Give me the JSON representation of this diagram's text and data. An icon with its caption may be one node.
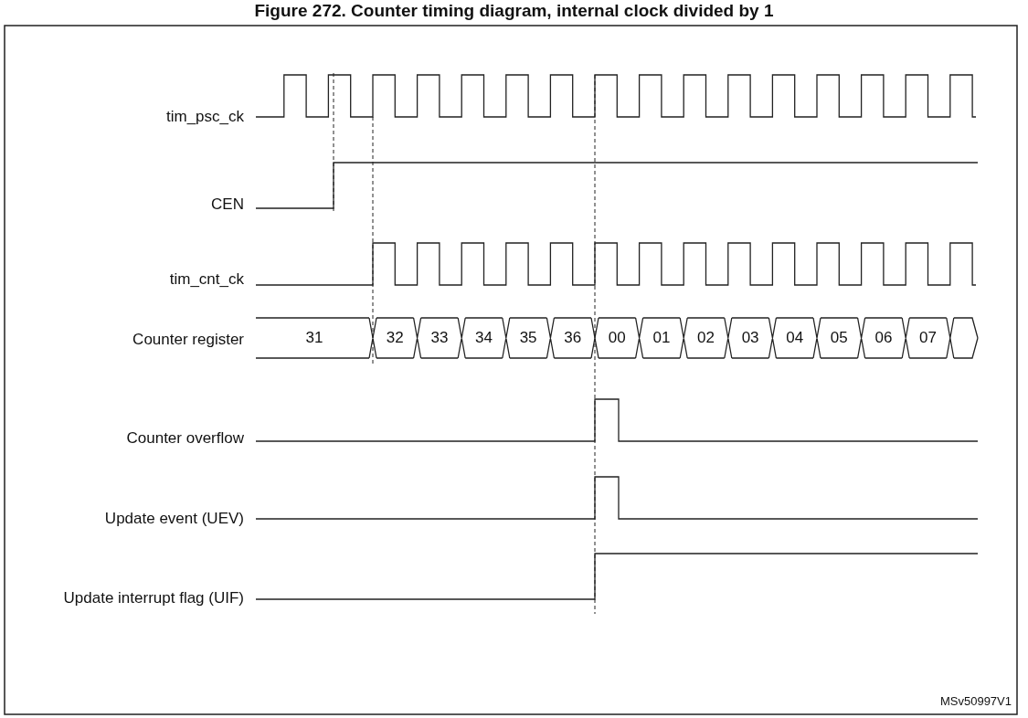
{
  "diagram": {
    "title": "Figure 272. Counter timing diagram, internal clock divided by 1",
    "labels": [
      "tim_psc_ck",
      "CEN",
      "tim_cnt_ck",
      "Counter register",
      "31",
      "32",
      "33",
      "34",
      "35",
      "36",
      "00",
      "01",
      "02",
      "03",
      "04",
      "05",
      "06",
      "07",
      "Counter overflow",
      "Update event (UEV)",
      "Update interrupt flag (UIF)",
      "MSv50997V1"
    ]
  }
}
